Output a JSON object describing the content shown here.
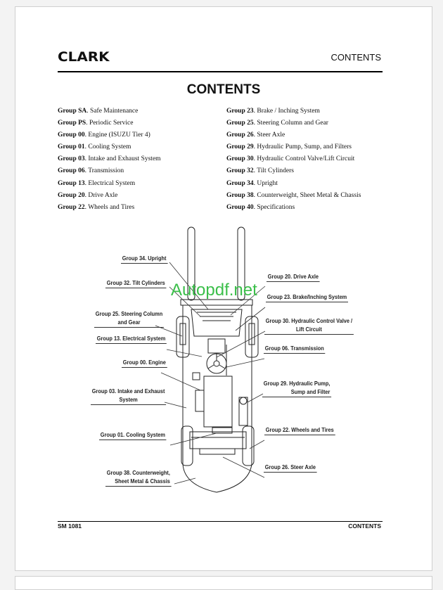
{
  "header": {
    "logo": "CLARK",
    "title": "CONTENTS"
  },
  "main_title": "CONTENTS",
  "toc": {
    "left": [
      {
        "group": "Group SA",
        "title": ". Safe Maintenance"
      },
      {
        "group": "Group PS",
        "title": ". Periodic Service"
      },
      {
        "group": "Group 00",
        "title": ". Engine (ISUZU Tier 4)"
      },
      {
        "group": "Group 01",
        "title": ". Cooling System"
      },
      {
        "group": "Group 03",
        "title": ". Intake and Exhaust System"
      },
      {
        "group": "Group 06",
        "title": ". Transmission"
      },
      {
        "group": "Group 13",
        "title": ". Electrical System"
      },
      {
        "group": "Group 20",
        "title": ". Drive Axle"
      },
      {
        "group": "Group 22",
        "title": ". Wheels and Tires"
      }
    ],
    "right": [
      {
        "group": "Group 23",
        "title": ". Brake / Inching System"
      },
      {
        "group": "Group 25",
        "title": ". Steering Column and Gear"
      },
      {
        "group": "Group 26",
        "title": ". Steer Axle"
      },
      {
        "group": "Group 29",
        "title": ". Hydraulic Pump, Sump, and Filters"
      },
      {
        "group": "Group 30",
        "title": ". Hydraulic Control Valve/Lift Circuit"
      },
      {
        "group": "Group 32",
        "title": ". Tilt Cylinders"
      },
      {
        "group": "Group 34",
        "title": ". Upright"
      },
      {
        "group": "Group 38",
        "title": ". Counterweight, Sheet Metal & Chassis"
      },
      {
        "group": "Group 40",
        "title": ". Specifications"
      }
    ]
  },
  "diagram_labels": {
    "upright": "Group 34. Upright",
    "tilt": "Group 32. Tilt Cylinders",
    "steering_1": "Group 25. Steering Column",
    "steering_2": "and Gear",
    "electrical": "Group 13. Electrical System",
    "engine": "Group 00. Engine",
    "intake_1": "Group 03. Intake and Exhaust",
    "intake_2": "System",
    "cooling": "Group 01. Cooling System",
    "counterweight_1": "Group 38. Counterweight,",
    "counterweight_2": "Sheet Metal & Chassis",
    "drive_axle": "Group 20. Drive Axle",
    "brake": "Group 23. Brake/Inching System",
    "hydraulic_valve_1": "Group 30. Hydraulic Control Valve /",
    "hydraulic_valve_2": "Lift Circuit",
    "transmission": "Group 06. Transmission",
    "pump_1": "Group 29. Hydraulic Pump,",
    "pump_2": "Sump and Filter",
    "wheels": "Group 22. Wheels and Tires",
    "steer_axle": "Group 26. Steer Axle"
  },
  "watermark": "Autopdf.net",
  "footer": {
    "left": "SM 1081",
    "right": "CONTENTS"
  }
}
